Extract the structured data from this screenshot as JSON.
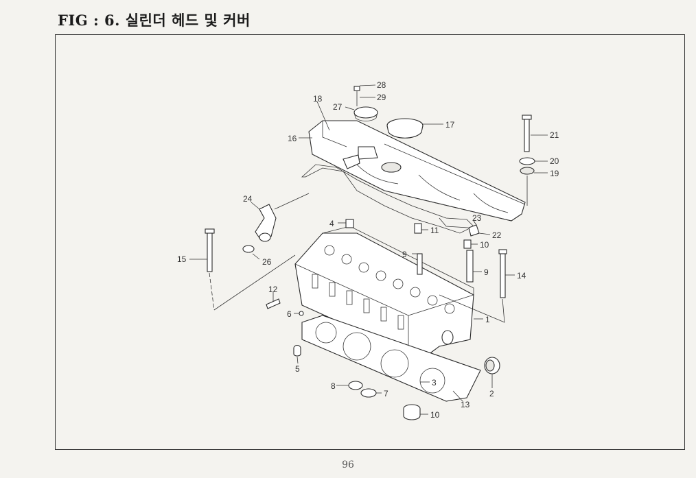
{
  "figure": {
    "title": "FIG : 6. 실린더 헤드 및 커버"
  },
  "page_number": "96",
  "callouts": [
    {
      "id": "c28",
      "label": "28"
    },
    {
      "id": "c29",
      "label": "29"
    },
    {
      "id": "c18",
      "label": "18"
    },
    {
      "id": "c27",
      "label": "27"
    },
    {
      "id": "c17",
      "label": "17"
    },
    {
      "id": "c16",
      "label": "16"
    },
    {
      "id": "c21",
      "label": "21"
    },
    {
      "id": "c20",
      "label": "20"
    },
    {
      "id": "c19",
      "label": "19"
    },
    {
      "id": "c24",
      "label": "24"
    },
    {
      "id": "c23",
      "label": "23"
    },
    {
      "id": "c22",
      "label": "22"
    },
    {
      "id": "c4",
      "label": "4"
    },
    {
      "id": "c11",
      "label": "11"
    },
    {
      "id": "c10a",
      "label": "10"
    },
    {
      "id": "c15",
      "label": "15"
    },
    {
      "id": "c26",
      "label": "26"
    },
    {
      "id": "c9a",
      "label": "9"
    },
    {
      "id": "c9b",
      "label": "9"
    },
    {
      "id": "c14",
      "label": "14"
    },
    {
      "id": "c12",
      "label": "12"
    },
    {
      "id": "c6",
      "label": "6"
    },
    {
      "id": "c1",
      "label": "1"
    },
    {
      "id": "c5",
      "label": "5"
    },
    {
      "id": "c2",
      "label": "2"
    },
    {
      "id": "c3",
      "label": "3"
    },
    {
      "id": "c8",
      "label": "8"
    },
    {
      "id": "c7",
      "label": "7"
    },
    {
      "id": "c13",
      "label": "13"
    },
    {
      "id": "c10b",
      "label": "10"
    }
  ]
}
